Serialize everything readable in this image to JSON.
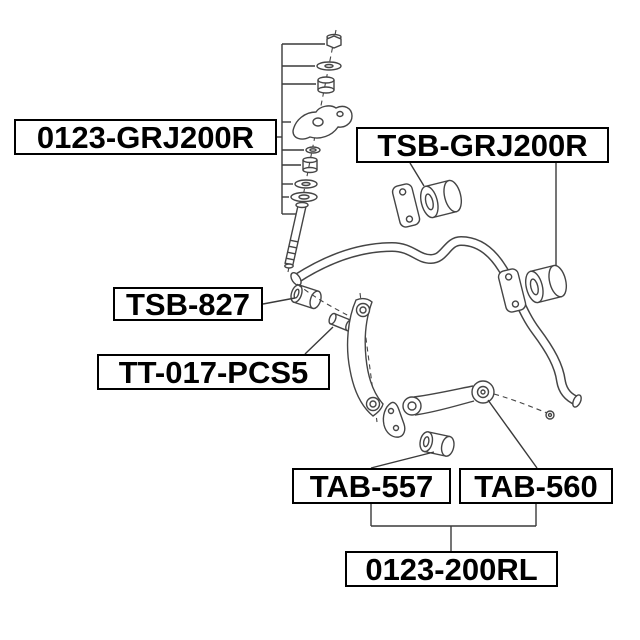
{
  "figure": {
    "type": "exploded-parts-diagram",
    "background": "#ffffff",
    "line_color": "#454545",
    "label_border_color": "#000000",
    "label_text_color": "#000000"
  },
  "labels": {
    "front_stabilizer_link": "0123-GRJ200R",
    "stabilizer_bushing": "TSB-GRJ200R",
    "link_bushing": "TSB-827",
    "pin_kit": "TT-017-PCS5",
    "arm_bushing_small": "TAB-557",
    "arm_bushing_large": "TAB-560",
    "rear_control_rod": "0123-200RL"
  }
}
